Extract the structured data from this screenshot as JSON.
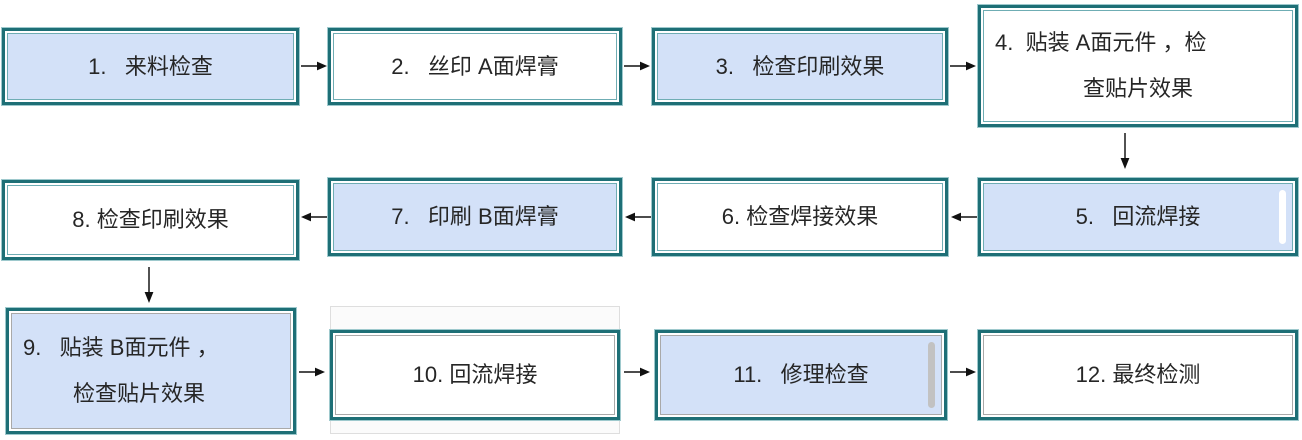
{
  "flowchart": {
    "nodes": [
      {
        "id": "1",
        "label": "1.   来料检查",
        "fill": "blue"
      },
      {
        "id": "2",
        "label": "2.   丝印 A面焊膏",
        "fill": "white"
      },
      {
        "id": "3",
        "label": "3.   检查印刷效果",
        "fill": "blue"
      },
      {
        "id": "4",
        "line1": "4.  贴装 A面元件 ，检",
        "line2": "查贴片效果",
        "fill": "white"
      },
      {
        "id": "5",
        "label": "5.   回流焊接",
        "fill": "blue"
      },
      {
        "id": "6",
        "label": "6. 检查焊接效果",
        "fill": "white"
      },
      {
        "id": "7",
        "label": "7.   印刷 B面焊膏",
        "fill": "blue"
      },
      {
        "id": "8",
        "label": "8. 检查印刷效果",
        "fill": "white"
      },
      {
        "id": "9",
        "line1": "9.   贴装 B面元件 ，",
        "line2": "检查贴片效果",
        "fill": "blue"
      },
      {
        "id": "10",
        "label": "10. 回流焊接",
        "fill": "white"
      },
      {
        "id": "11",
        "label": "11.   修理检查",
        "fill": "blue"
      },
      {
        "id": "12",
        "label": "12. 最终检测",
        "fill": "white"
      }
    ],
    "flow_order": "1→2→3→4 ↓ 5←6←7←8 ↓ 9→10→11→12",
    "colors": {
      "border_teal_dark": "#1e6f76",
      "border_teal_light": "#6fadb4",
      "outline_teal_faint": "#9ec9cd",
      "fill_blue": "#d3e1f8",
      "fill_white": "#ffffff",
      "inner_gray": "#a9a9a9",
      "arrow_black": "#111111",
      "text": "#262626"
    }
  }
}
